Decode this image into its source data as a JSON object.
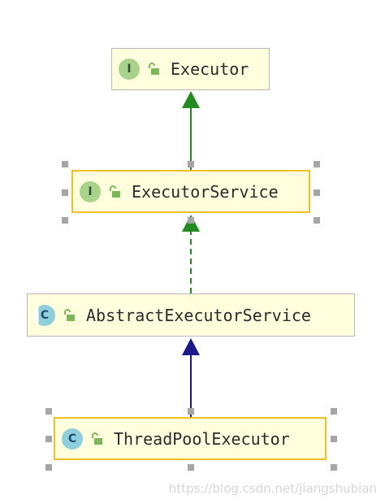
{
  "nodes": {
    "executor": {
      "kind_letter": "I",
      "kind": "interface",
      "name": "Executor"
    },
    "executor_service": {
      "kind_letter": "I",
      "kind": "interface",
      "name": "ExecutorService"
    },
    "abstract_executor_service": {
      "kind_letter": "C",
      "kind": "abstract-class",
      "name": "AbstractExecutorService"
    },
    "thread_pool_executor": {
      "kind_letter": "C",
      "kind": "class",
      "name": "ThreadPoolExecutor"
    }
  },
  "edges": [
    {
      "from": "ExecutorService",
      "to": "Executor",
      "relation": "extends",
      "style": "solid",
      "color": "#228b22"
    },
    {
      "from": "AbstractExecutorService",
      "to": "ExecutorService",
      "relation": "implements",
      "style": "dashed",
      "color": "#228b22"
    },
    {
      "from": "ThreadPoolExecutor",
      "to": "AbstractExecutorService",
      "relation": "extends",
      "style": "solid",
      "color": "#1a1a8c"
    }
  ],
  "watermark": "https://blog.csdn.net/jiangshubian",
  "colors": {
    "node_fill": "#ffffdd",
    "node_border": "#b8b8b8",
    "selected_border": "#f0c020",
    "interface_badge": "#a8d38b",
    "class_badge": "#8ecfdc",
    "lock_icon": "#7cb85a"
  }
}
